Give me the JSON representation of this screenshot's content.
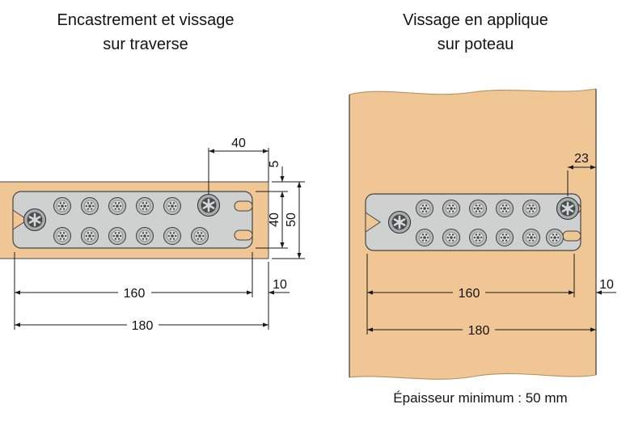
{
  "titles": {
    "left": {
      "line1": "Encastrement et vissage",
      "line2": "sur traverse"
    },
    "right": {
      "line1": "Vissage en applique",
      "line2": "sur poteau"
    }
  },
  "left_diagram": {
    "dims": {
      "screw_to_edge": "40",
      "recess_depth": "5",
      "plate_height": "40",
      "beam_height": "50",
      "hole_span": "160",
      "end_offset": "10",
      "plate_length": "180"
    }
  },
  "right_diagram": {
    "dims": {
      "screw_to_edge": "23",
      "hole_span": "160",
      "end_offset": "10",
      "plate_length": "180"
    },
    "caption": "Épaisseur minimum : 50 mm"
  },
  "colors": {
    "wood": "#F0C794",
    "plate": "#CED1D0",
    "plate_outline": "#444444",
    "dimension_line": "#1A1A1A"
  }
}
